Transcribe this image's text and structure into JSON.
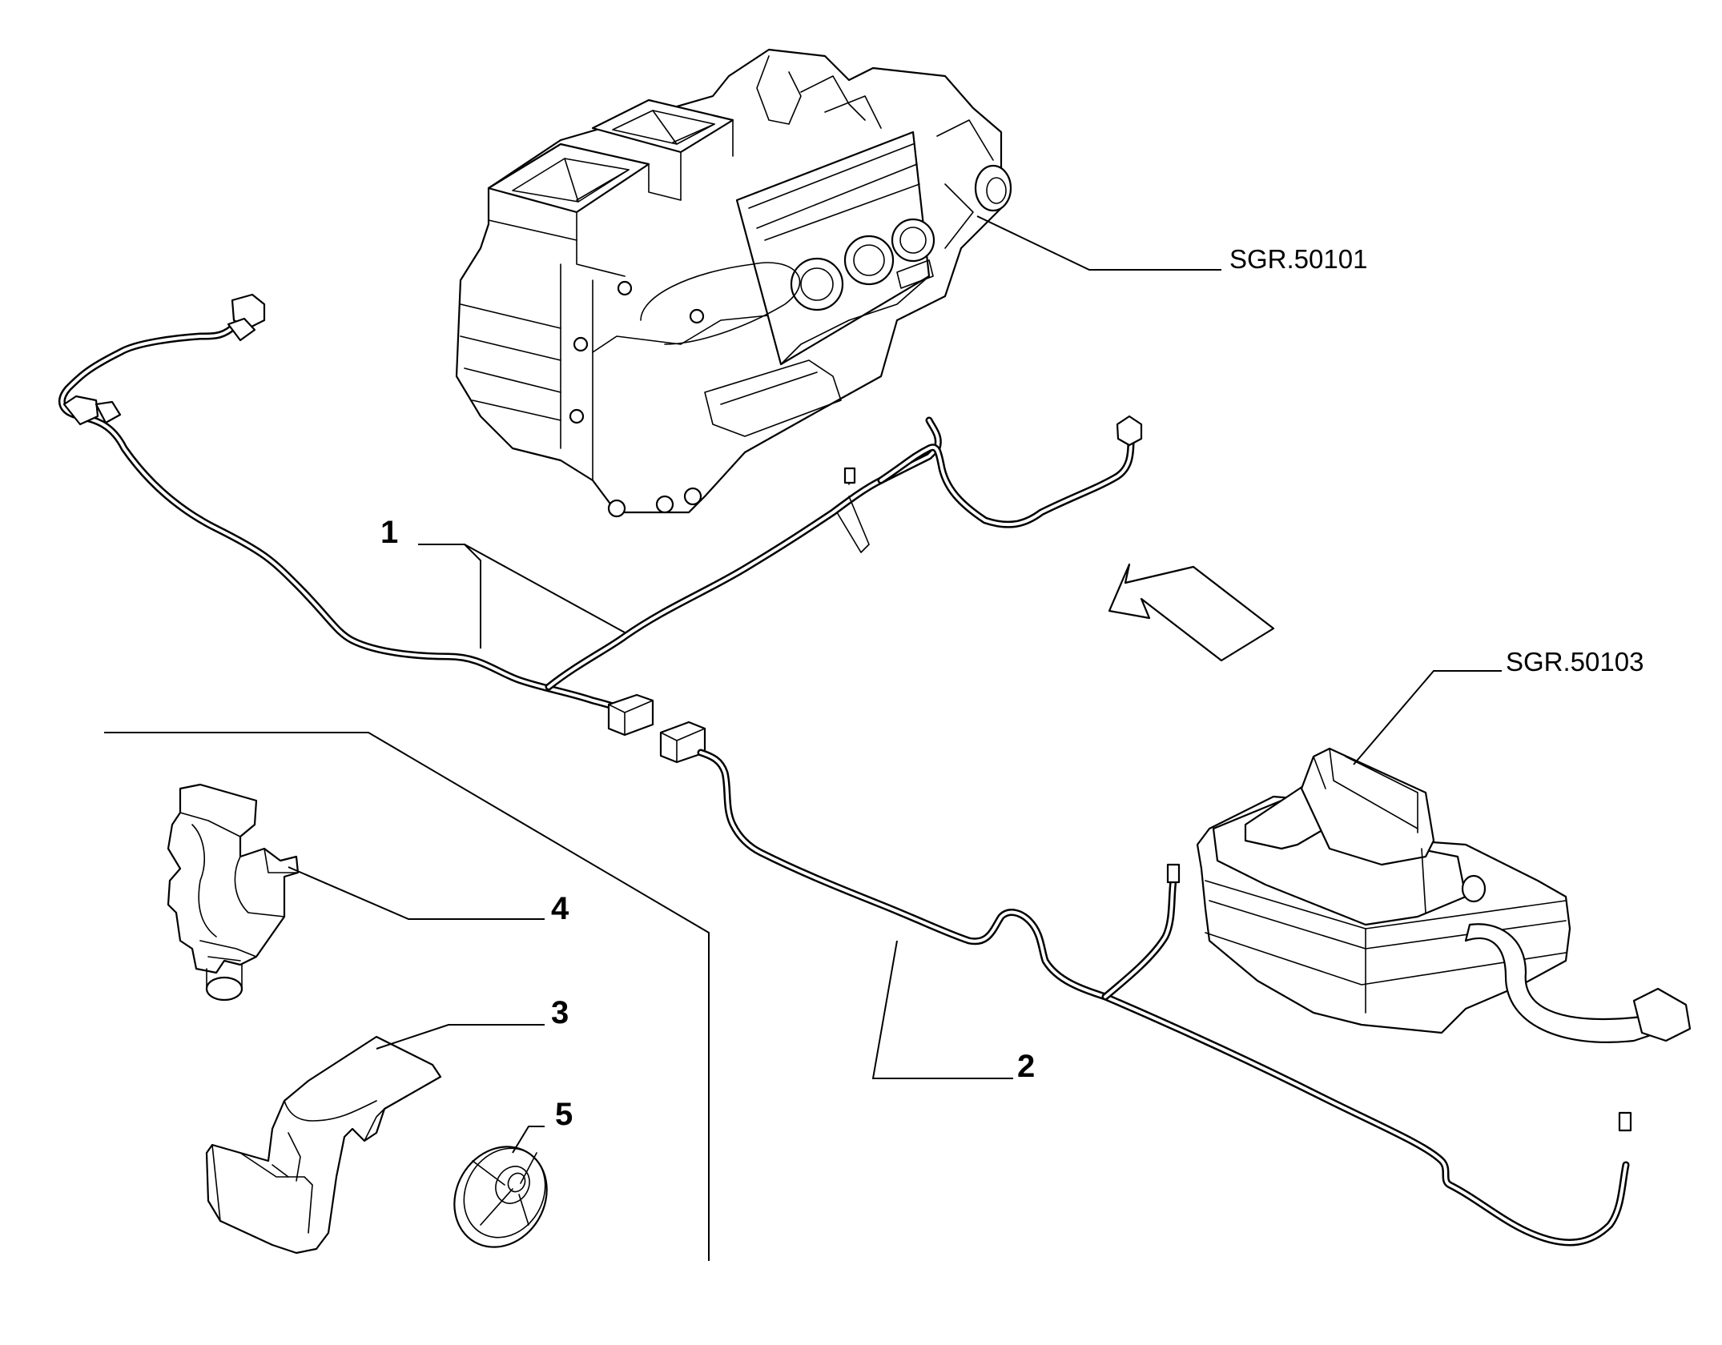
{
  "labels": {
    "item_1": "1",
    "item_2": "2",
    "item_3": "3",
    "item_4": "4",
    "item_5": "5",
    "ref_heater": "SGR.50101",
    "ref_battery": "SGR.50103"
  },
  "icons": {
    "direction_arrow": "outlined-arrow-icon"
  }
}
